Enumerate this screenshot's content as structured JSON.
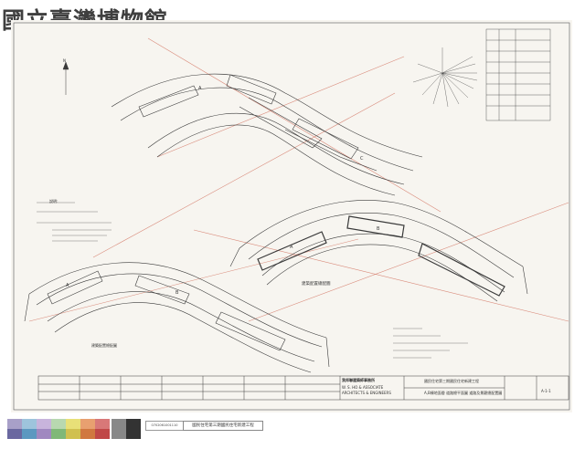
{
  "watermark": {
    "text": "國立臺灣博物館"
  },
  "title_block": {
    "firm_name": "我邦聯建築師事務所",
    "firm_english_1": "W. S. HO & ASSOCIATE",
    "firm_english_2": "ARCHITECTS & ENGINEERS",
    "project_name": "國民住宅第三期國民住宅新建工程",
    "drawing_title": "A,B棟地面層 道路總平面圖 道路及景觀總配置圖",
    "drawing_no": "A-1-1"
  },
  "labels": {
    "north_note": "N",
    "notes_title": "說明:",
    "plan_label": "建築配置總配圖"
  },
  "colors": {
    "paper": "#f7f5f0",
    "ink": "#3a3a3a",
    "red_line": "#d98a7a",
    "swatches": [
      "#a8a0c8",
      "#9ec4dc",
      "#c8b4dc",
      "#b8d8b0",
      "#e8e078",
      "#e8a070",
      "#d87878",
      "#e8b8c8"
    ],
    "grays": [
      "#888888",
      "#aaaaaa",
      "#555555",
      "#333333"
    ]
  },
  "footer": {
    "barcode_text": "0702061001110",
    "label_text": "國民住宅第三期國民住宅新建工程"
  }
}
